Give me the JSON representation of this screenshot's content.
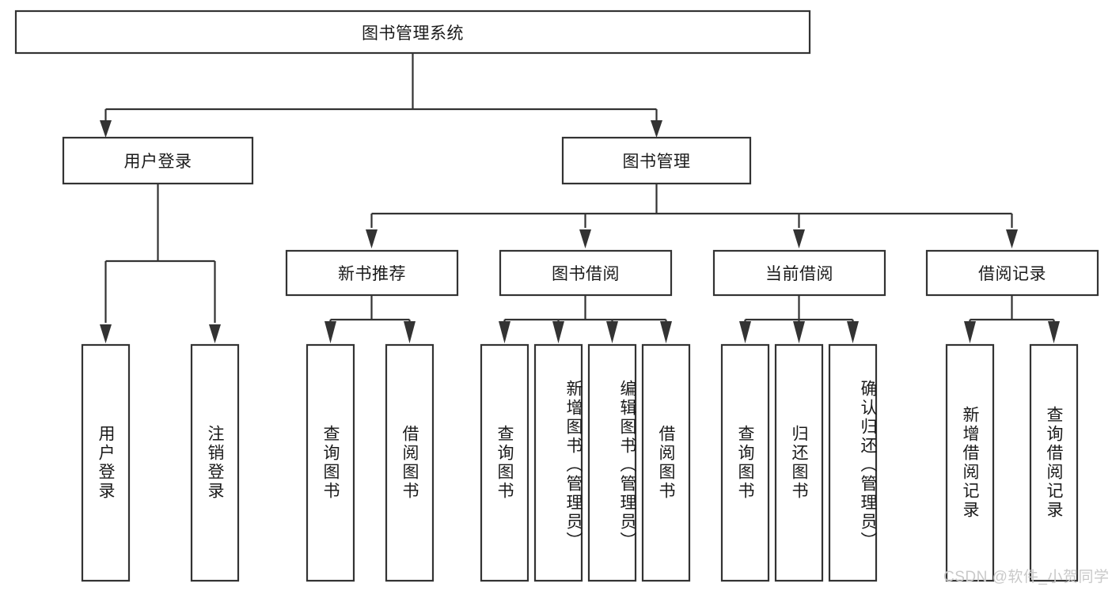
{
  "diagram": {
    "type": "hierarchy-tree",
    "orientation": "top-down",
    "title_node": "图书管理系统",
    "colors": {
      "box_stroke": "#333333",
      "box_fill": "#ffffff",
      "text": "#1a1a1a",
      "background": "#ffffff",
      "watermark": "#c9c9c9"
    },
    "levels": {
      "level0": [
        "图书管理系统"
      ],
      "level1": [
        "用户登录",
        "图书管理"
      ],
      "level2": [
        "新书推荐",
        "图书借阅",
        "当前借阅",
        "借阅记录"
      ],
      "level3": [
        "用户登录",
        "注销登录",
        "查询图书",
        "借阅图书",
        "查询图书",
        "新增图书（管理员）",
        "编辑图书（管理员）",
        "借阅图书",
        "查询图书",
        "归还图书",
        "确认归还（管理员）",
        "新增借阅记录",
        "查询借阅记录"
      ]
    }
  },
  "nodes": {
    "root": {
      "label": "图书管理系统"
    },
    "user_login": {
      "label": "用户登录"
    },
    "book_manage": {
      "label": "图书管理"
    },
    "new_book_rec": {
      "label": "新书推荐"
    },
    "book_borrow": {
      "label": "图书借阅"
    },
    "current_borrow": {
      "label": "当前借阅"
    },
    "borrow_record": {
      "label": "借阅记录"
    },
    "leaf_user_login": {
      "label": "用户登录"
    },
    "leaf_logout": {
      "label": "注销登录"
    },
    "leaf_query_book_1": {
      "label": "查询图书"
    },
    "leaf_borrow_book_1": {
      "label": "借阅图书"
    },
    "leaf_query_book_2": {
      "label": "查询图书"
    },
    "leaf_add_book_admin": {
      "label": "新增图书（管理员）"
    },
    "leaf_edit_book_admin": {
      "label": "编辑图书（管理员）"
    },
    "leaf_borrow_book_2": {
      "label": "借阅图书"
    },
    "leaf_query_book_3": {
      "label": "查询图书"
    },
    "leaf_return_book": {
      "label": "归还图书"
    },
    "leaf_confirm_return_admin": {
      "label": "确认归还（管理员）"
    },
    "leaf_add_record": {
      "label": "新增借阅记录"
    },
    "leaf_query_record": {
      "label": "查询借阅记录"
    }
  },
  "edges": [
    {
      "from": "root",
      "to": "user_login"
    },
    {
      "from": "root",
      "to": "book_manage"
    },
    {
      "from": "user_login",
      "to": "leaf_user_login"
    },
    {
      "from": "user_login",
      "to": "leaf_logout"
    },
    {
      "from": "book_manage",
      "to": "new_book_rec"
    },
    {
      "from": "book_manage",
      "to": "book_borrow"
    },
    {
      "from": "book_manage",
      "to": "current_borrow"
    },
    {
      "from": "book_manage",
      "to": "borrow_record"
    },
    {
      "from": "new_book_rec",
      "to": "leaf_query_book_1"
    },
    {
      "from": "new_book_rec",
      "to": "leaf_borrow_book_1"
    },
    {
      "from": "book_borrow",
      "to": "leaf_query_book_2"
    },
    {
      "from": "book_borrow",
      "to": "leaf_add_book_admin"
    },
    {
      "from": "book_borrow",
      "to": "leaf_edit_book_admin"
    },
    {
      "from": "book_borrow",
      "to": "leaf_borrow_book_2"
    },
    {
      "from": "current_borrow",
      "to": "leaf_query_book_3"
    },
    {
      "from": "current_borrow",
      "to": "leaf_return_book"
    },
    {
      "from": "current_borrow",
      "to": "leaf_confirm_return_admin"
    },
    {
      "from": "borrow_record",
      "to": "leaf_add_record"
    },
    {
      "from": "borrow_record",
      "to": "leaf_query_record"
    }
  ],
  "watermark": {
    "text": "CSDN @软件_小贺同学"
  }
}
